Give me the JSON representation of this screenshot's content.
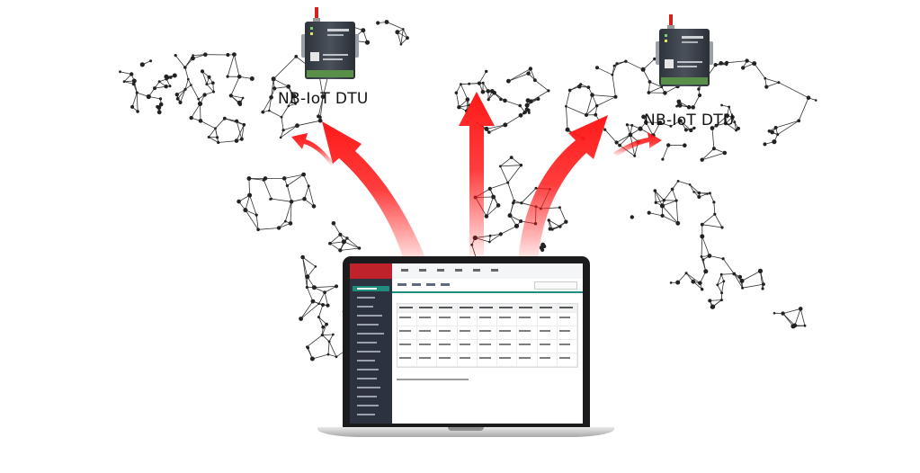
{
  "labels": {
    "left_device": "NB-IoT DTU",
    "right_device": "NB-IoT DTU"
  },
  "colors": {
    "arrow": "#ff1a1a",
    "map_line": "#333333",
    "map_node": "#222222",
    "app_sidebar": "#2c3240",
    "app_logo": "#c0222b",
    "app_accent": "#1f8e7e",
    "device_body": "#3a3f47",
    "antenna": "#d61f1f"
  },
  "icons": {
    "device": "industrial-dtu-modem-icon",
    "map": "world-network-map"
  }
}
